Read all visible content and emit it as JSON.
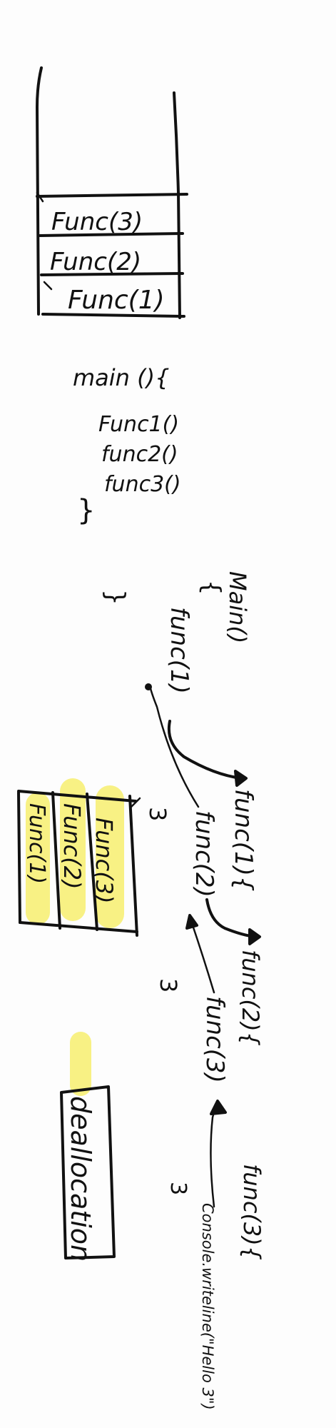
{
  "stack_top": {
    "frames": [
      "Func(3)",
      "Func(2)",
      "Func(1)"
    ]
  },
  "main_code": {
    "header": "main (){",
    "lines": [
      "Func1()",
      "func2()",
      "func3()"
    ],
    "close": "}"
  },
  "rotated_code": {
    "main_header": "Main()",
    "main_open": "{",
    "main_call": "func(1)",
    "main_close": "}",
    "func1_header": "func(1){",
    "func1_call": "func(2)",
    "func1_close": "3",
    "func2_header": "func(2){",
    "func2_call": "func(3)",
    "func2_close": "3",
    "func3_header": "func(3){",
    "func3_body": "Console.writeline(\"Hello 3\")",
    "func3_close": "3"
  },
  "stack_rotated": {
    "frames": [
      "Func(1)",
      "Func(2)",
      "Func(3)"
    ]
  },
  "deallocation": {
    "label": "deallocation"
  },
  "colors": {
    "ink": "#111111",
    "highlight": "#f7ef6e",
    "background": "#fdfdfd"
  }
}
